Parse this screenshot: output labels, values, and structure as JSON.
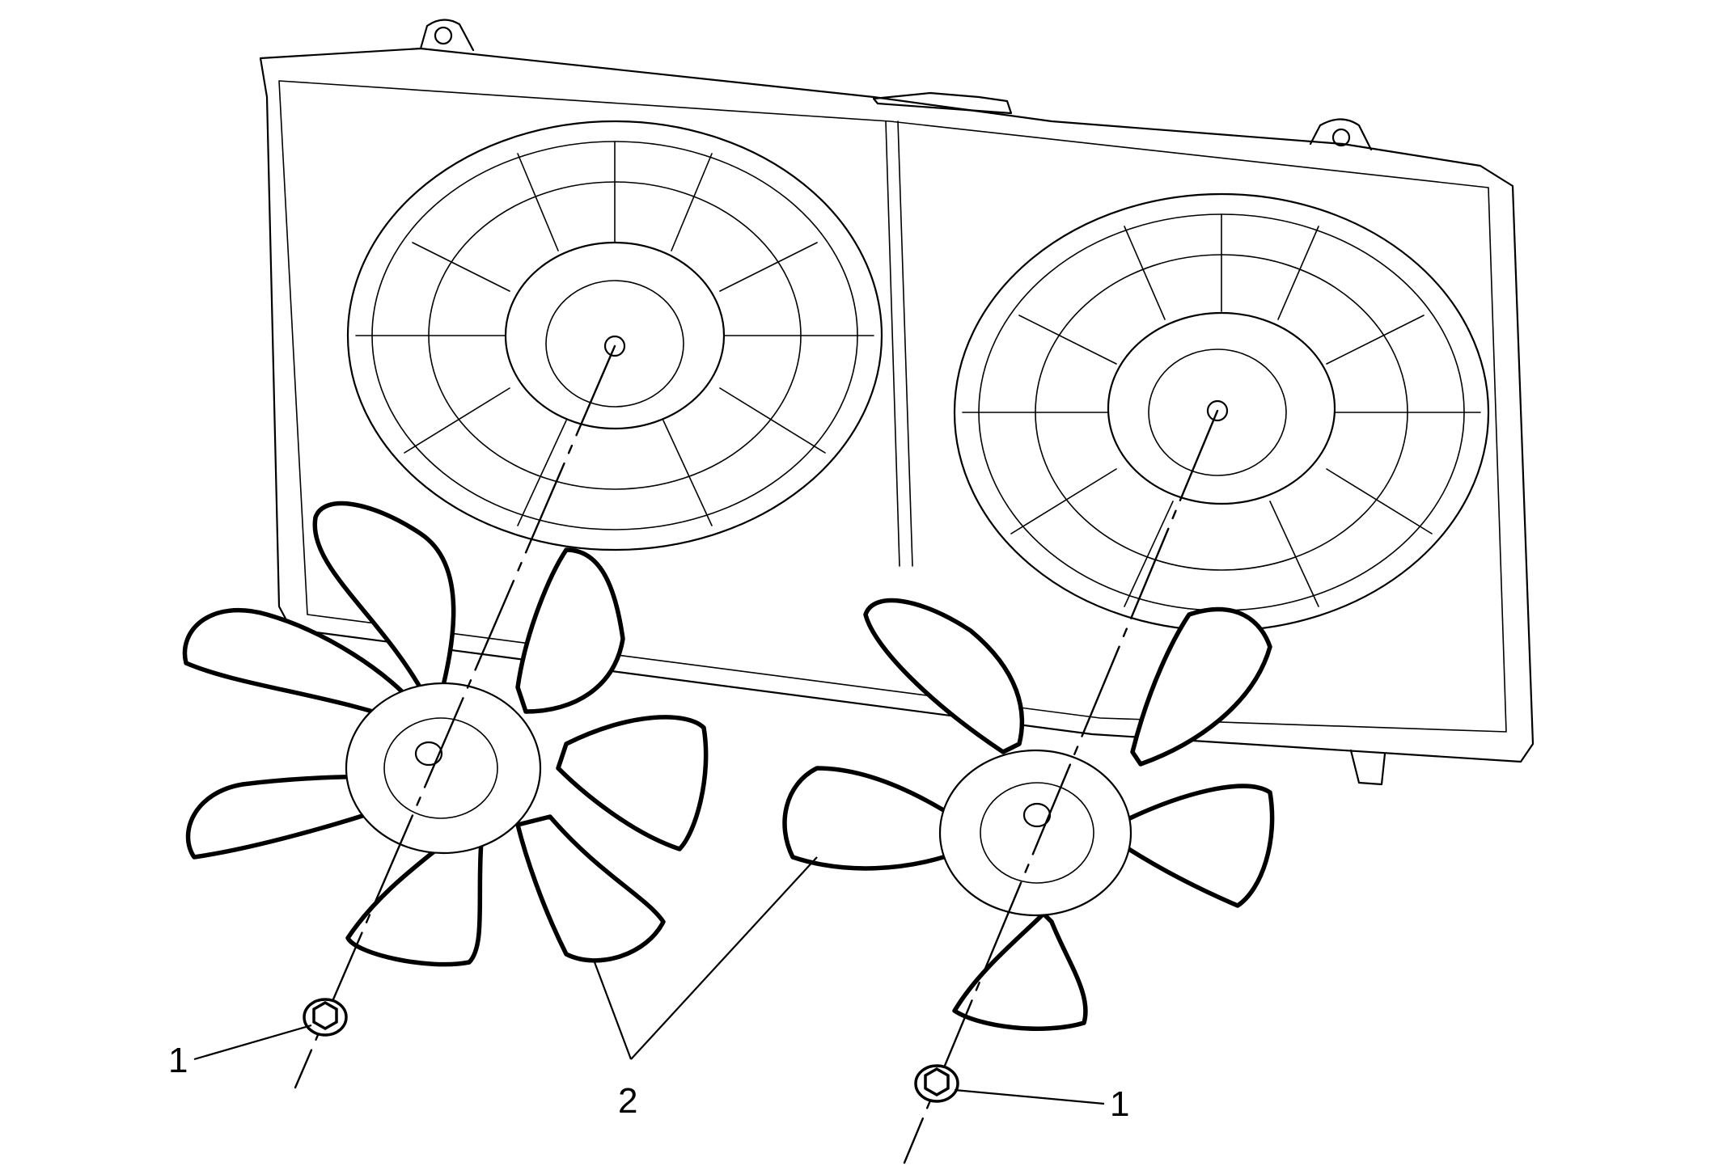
{
  "callouts": {
    "nut_left": "1",
    "fan_blades": "2",
    "nut_right": "1"
  },
  "colors": {
    "line": "#000000",
    "background": "#ffffff"
  }
}
